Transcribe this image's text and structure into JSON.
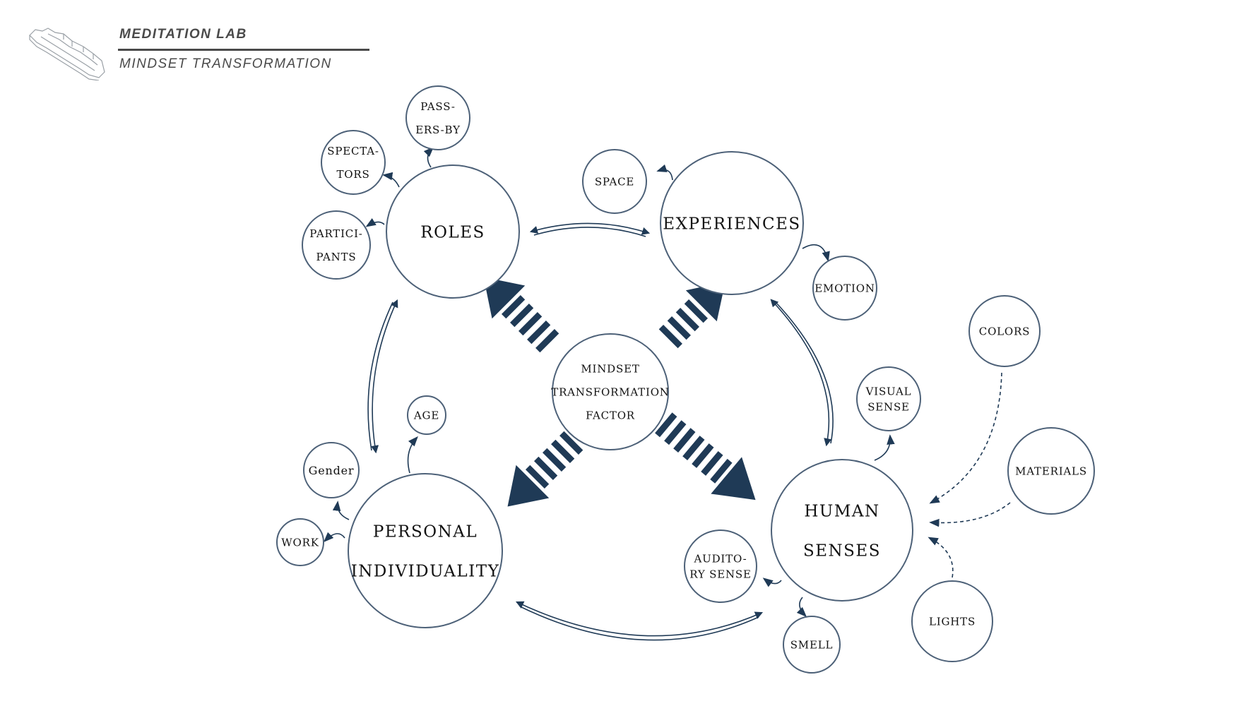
{
  "header": {
    "title": "MEDITATION LAB",
    "subtitle": "MINDSET TRANSFORMATION"
  },
  "colors": {
    "stroke": "#4d6178",
    "arrow": "#1f3a56",
    "text": "#111111"
  },
  "center": {
    "lines": [
      "MINDSET",
      "TRANSFORMATION",
      "FACTOR"
    ]
  },
  "main_nodes": {
    "roles": {
      "lines": [
        "ROLES"
      ]
    },
    "experiences": {
      "lines": [
        "EXPERIENCES"
      ]
    },
    "personal": {
      "lines": [
        "PERSONAL",
        "INDIVIDUALITY"
      ]
    },
    "senses": {
      "lines": [
        "HUMAN",
        "SENSES"
      ]
    }
  },
  "sub_nodes": {
    "passersby": {
      "lines": [
        "PASS-",
        "ERS-BY"
      ]
    },
    "spectators": {
      "lines": [
        "SPECTA-",
        "TORS"
      ]
    },
    "participants": {
      "lines": [
        "PARTICI-",
        "PANTS"
      ]
    },
    "space": {
      "lines": [
        "SPACE"
      ]
    },
    "emotion": {
      "lines": [
        "EMOTION"
      ]
    },
    "age": {
      "lines": [
        "AGE"
      ]
    },
    "gender": {
      "lines": [
        "Gender"
      ]
    },
    "work": {
      "lines": [
        "WORK"
      ]
    },
    "visual": {
      "lines": [
        "VISUAL",
        "SENSE"
      ]
    },
    "auditory": {
      "lines": [
        "AUDITO-",
        "RY SENSE"
      ]
    },
    "smell": {
      "lines": [
        "SMELL"
      ]
    },
    "colors": {
      "lines": [
        "COLORS"
      ]
    },
    "materials": {
      "lines": [
        "MATERIALS"
      ]
    },
    "lights": {
      "lines": [
        "LIGHTS"
      ]
    }
  }
}
